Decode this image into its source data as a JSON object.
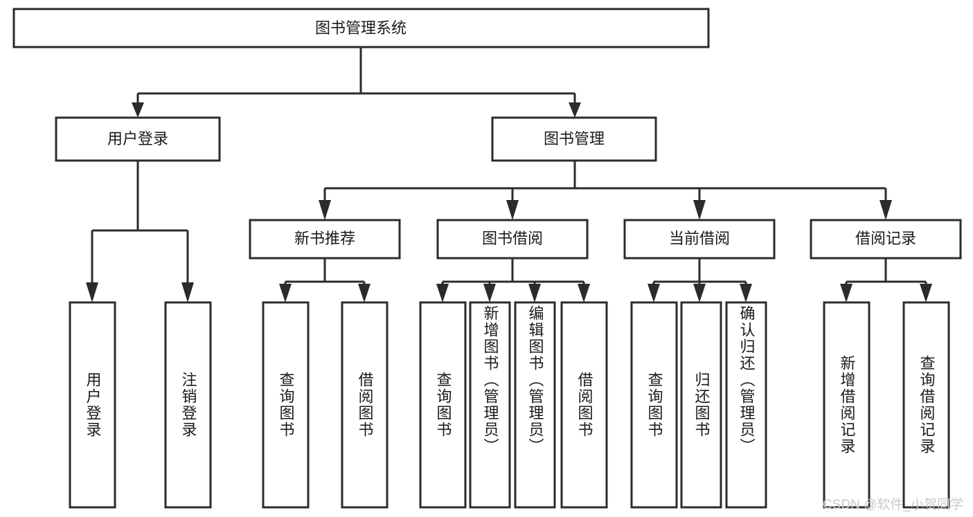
{
  "diagram": {
    "title_node": {
      "label": "图书管理系统",
      "orientation": "horizontal"
    },
    "level2": [
      {
        "id": "user-login",
        "label": "用户登录",
        "orientation": "horizontal"
      },
      {
        "id": "book-management",
        "label": "图书管理",
        "orientation": "horizontal"
      }
    ],
    "level3": [
      {
        "id": "new-book-recommend",
        "label": "新书推荐",
        "orientation": "horizontal"
      },
      {
        "id": "book-borrow",
        "label": "图书借阅",
        "orientation": "horizontal"
      },
      {
        "id": "current-borrow",
        "label": "当前借阅",
        "orientation": "horizontal"
      },
      {
        "id": "borrow-record",
        "label": "借阅记录",
        "orientation": "horizontal"
      }
    ],
    "leaves": {
      "user_login": [
        {
          "id": "leaf-user-login",
          "label": "用户登录"
        },
        {
          "id": "leaf-logout-login",
          "label": "注销登录"
        }
      ],
      "new_book_recommend": [
        {
          "id": "leaf-query-book-1",
          "label": "查询图书"
        },
        {
          "id": "leaf-borrow-book-1",
          "label": "借阅图书"
        }
      ],
      "book_borrow": [
        {
          "id": "leaf-query-book-2",
          "label": "查询图书"
        },
        {
          "id": "leaf-add-book",
          "label": "新增图书（管理员）"
        },
        {
          "id": "leaf-edit-book",
          "label": "编辑图书（管理员）"
        },
        {
          "id": "leaf-borrow-book-2",
          "label": "借阅图书"
        }
      ],
      "current_borrow": [
        {
          "id": "leaf-query-book-3",
          "label": "查询图书"
        },
        {
          "id": "leaf-return-book",
          "label": "归还图书"
        },
        {
          "id": "leaf-confirm-return",
          "label": "确认归还（管理员）"
        }
      ],
      "borrow_record": [
        {
          "id": "leaf-add-borrow-record",
          "label": "新增借阅记录"
        },
        {
          "id": "leaf-query-borrow-record",
          "label": "查询借阅记录"
        }
      ]
    },
    "watermark": "CSDN @软件_小贺同学",
    "colors": {
      "stroke": "#2b2b2b",
      "fill": "#ffffff",
      "text": "#1a1a1a",
      "watermark": "#c9c9c9"
    }
  }
}
